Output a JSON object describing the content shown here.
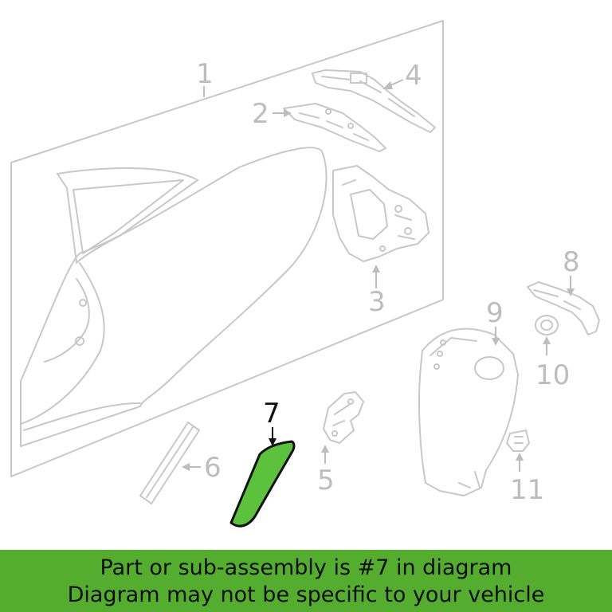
{
  "diagram": {
    "callouts": [
      "1",
      "2",
      "3",
      "4",
      "5",
      "6",
      "7",
      "8",
      "9",
      "10",
      "11"
    ],
    "highlighted_part": "7",
    "highlight_color": "#5cc13c",
    "line_color": "#c8c8c8"
  },
  "banner": {
    "line1": "Part or sub-assembly is #7 in diagram",
    "line2": "Diagram may not be specific to your vehicle",
    "background": "#54ad2e"
  }
}
